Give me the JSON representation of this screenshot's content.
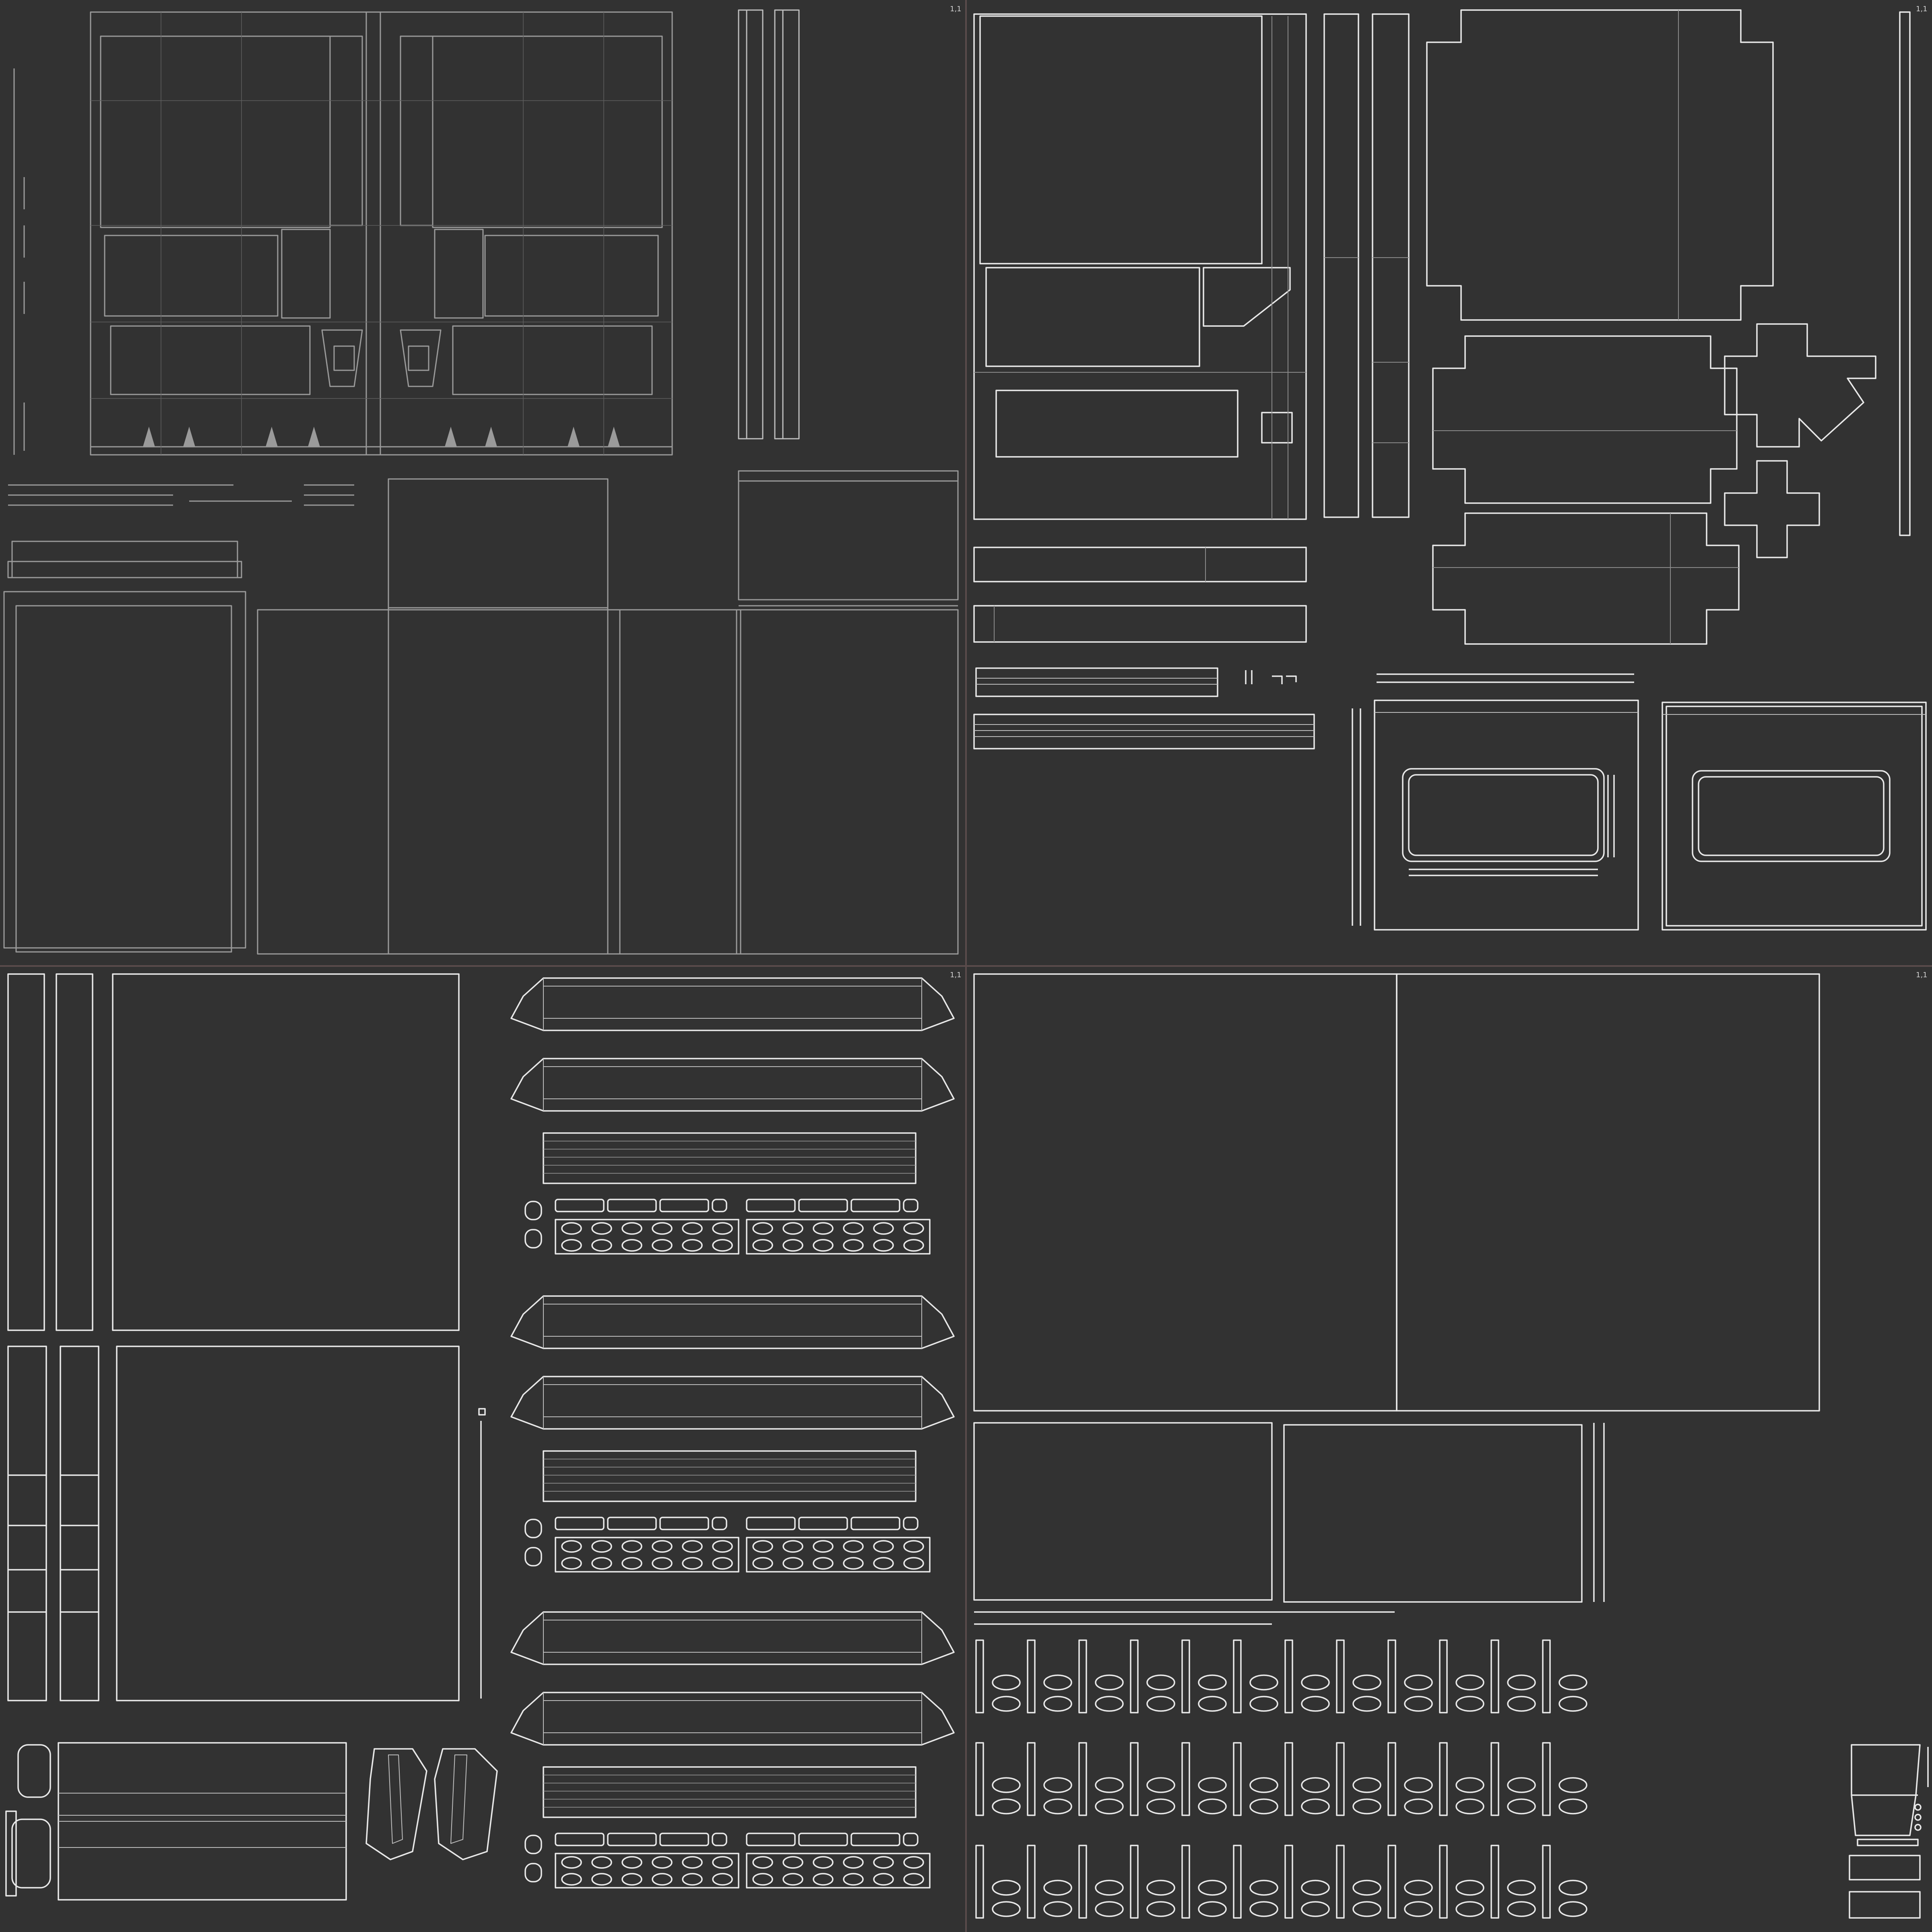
{
  "sheet": {
    "background": "#323232",
    "line_color": "#e8e8e8",
    "faint_color": "#9a9a9a",
    "divider_color": "#5a4b4b"
  },
  "tiles": [
    {
      "label": "1,1",
      "content": "wall-panel-uv-islands"
    },
    {
      "label": "1,1",
      "content": "frame-and-box-uv-islands"
    },
    {
      "label": "1,1",
      "content": "shelf-and-slat-uv-islands"
    },
    {
      "label": "1,1",
      "content": "large-panels-and-peg-uv-islands"
    }
  ]
}
